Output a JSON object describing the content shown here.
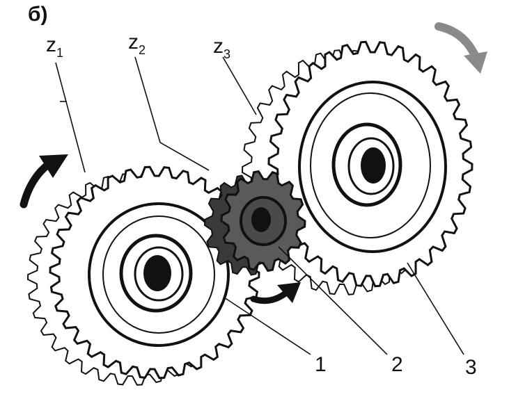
{
  "panel_label": "б)",
  "gear_labels": [
    {
      "letter": "z",
      "sub": "1"
    },
    {
      "letter": "z",
      "sub": "2"
    },
    {
      "letter": "z",
      "sub": "3"
    }
  ],
  "callouts": [
    "1",
    "2",
    "3"
  ],
  "colors": {
    "ink": "#111111",
    "paper": "#ffffff",
    "idler_gear": "#5a5a5a",
    "motion_arrow_light": "#8a8a8a"
  },
  "icons": {
    "rotation_arrow_gear1": "curved-arrow-ccw-black",
    "rotation_arrow_gear2": "curved-arrow-cw-black",
    "rotation_arrow_gear3": "curved-arrow-cw-grey"
  }
}
